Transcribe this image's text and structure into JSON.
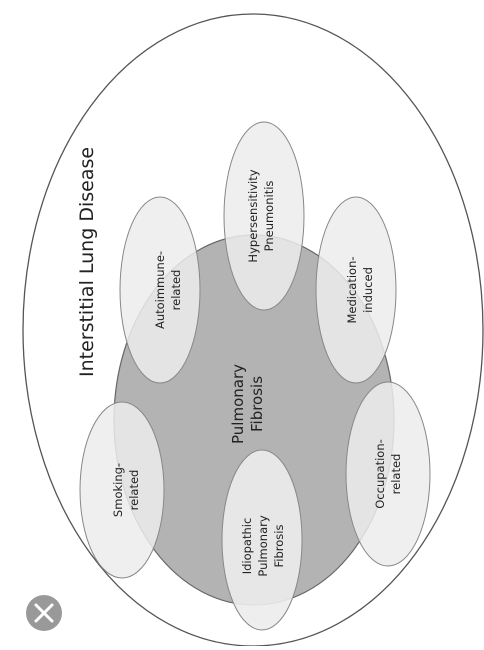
{
  "diagram": {
    "outer_label": "Interstitial Lung Disease",
    "core_label": [
      "Pulmonary",
      "Fibrosis"
    ],
    "subtypes": [
      {
        "id": "hypersensitivity",
        "lines": [
          "Hypersensitivity",
          "Pneumonitis"
        ]
      },
      {
        "id": "autoimmune",
        "lines": [
          "Autoimmune-",
          "related"
        ]
      },
      {
        "id": "medication",
        "lines": [
          "Medication-",
          "induced"
        ]
      },
      {
        "id": "smoking",
        "lines": [
          "Smoking-",
          "related"
        ]
      },
      {
        "id": "idiopathic",
        "lines": [
          "Idiopathic",
          "Pulmonary",
          "Fibrosis"
        ]
      },
      {
        "id": "occupation",
        "lines": [
          "Occupation-",
          "related"
        ]
      }
    ]
  },
  "controls": {
    "close_icon": "close-icon"
  }
}
